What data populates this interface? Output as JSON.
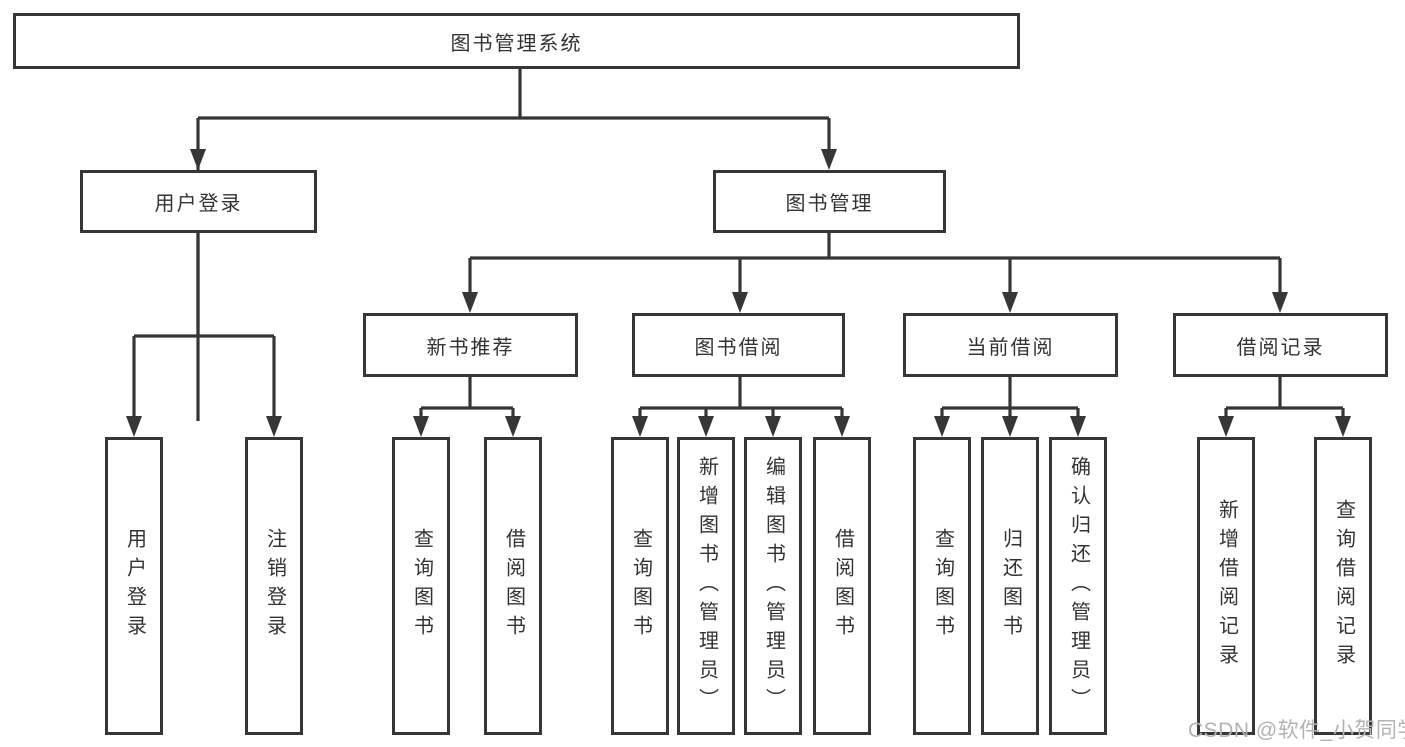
{
  "diagram": {
    "background": "#ffffff",
    "line_color": "#363636",
    "text_color": "#333333",
    "root": {
      "label": "图书管理系统"
    },
    "branches": [
      {
        "label": "用户登录",
        "children": [
          {
            "label": "用户登录"
          },
          {
            "label": "注销登录"
          }
        ]
      },
      {
        "label": "图书管理",
        "children": [
          {
            "label": "新书推荐",
            "children": [
              {
                "label": "查询图书"
              },
              {
                "label": "借阅图书"
              }
            ]
          },
          {
            "label": "图书借阅",
            "children": [
              {
                "label": "查询图书"
              },
              {
                "label": "新增图书（管理员）"
              },
              {
                "label": "编辑图书（管理员）"
              },
              {
                "label": "借阅图书"
              }
            ]
          },
          {
            "label": "当前借阅",
            "children": [
              {
                "label": "查询图书"
              },
              {
                "label": "归还图书"
              },
              {
                "label": "确认归还（管理员）"
              }
            ]
          },
          {
            "label": "借阅记录",
            "children": [
              {
                "label": "新增借阅记录"
              },
              {
                "label": "查询借阅记录"
              }
            ]
          }
        ]
      }
    ]
  },
  "watermark": {
    "text": "CSDN @软件_小贺同学",
    "color": "#b3b3b3"
  }
}
